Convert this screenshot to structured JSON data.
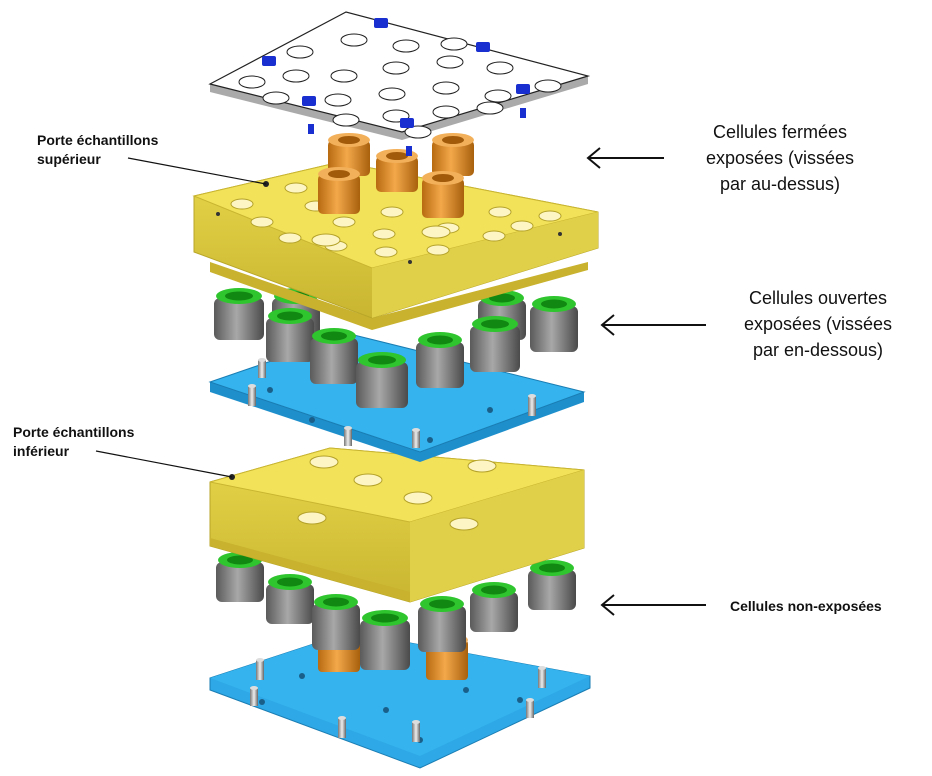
{
  "labels": {
    "upper_holder_line1": "Porte échantillons",
    "upper_holder_line2": "supérieur",
    "lower_holder_line1": "Porte échantillons",
    "lower_holder_line2": "inférieur",
    "closed_cells_line1": "Cellules fermées",
    "closed_cells_line2": "exposées (vissées",
    "closed_cells_line3": "par au-dessus)",
    "open_cells_line1": "Cellules ouvertes",
    "open_cells_line2": "exposées (vissées",
    "open_cells_line3": "par en-dessous)",
    "unexposed_cells": "Cellules non-exposées"
  },
  "colors": {
    "holder_yellow": "#F2E25A",
    "plate_blue": "#2EA8E6",
    "cell_gray": "#7f7f7f",
    "cell_green": "#2ec52e",
    "cell_orange": "#E8962A",
    "screw_blue": "#1a2fd0",
    "lid_white": "#ffffff"
  }
}
